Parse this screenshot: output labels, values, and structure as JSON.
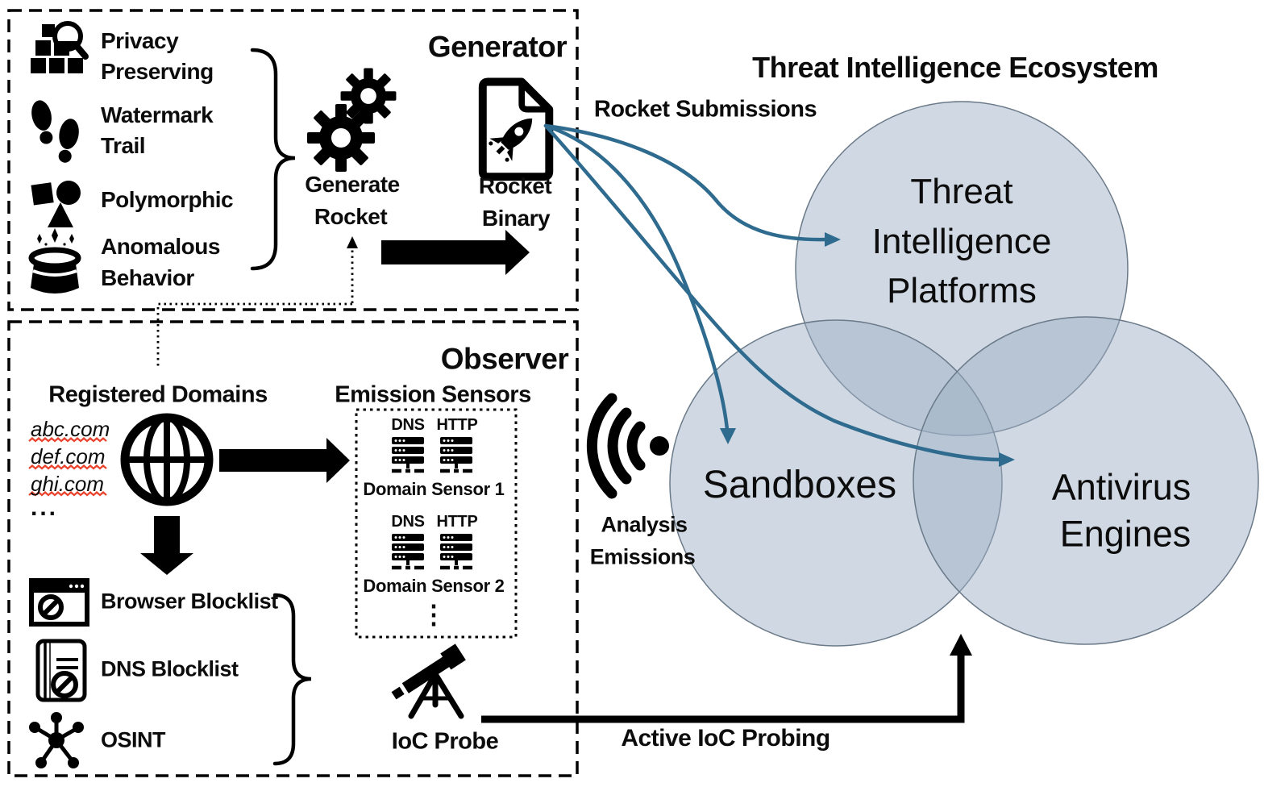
{
  "colors": {
    "arrow_blue": "#2e6b8f",
    "venn_fill": "#9db0c4",
    "venn_stroke": "#6b7a89",
    "squiggle_red": "#e8432d",
    "ink": "#000000"
  },
  "generator": {
    "title": "Generator",
    "features": [
      {
        "icon": "privacy-preserving-icon",
        "lines": [
          "Privacy",
          "Preserving"
        ]
      },
      {
        "icon": "watermark-trail-icon",
        "lines": [
          "Watermark",
          "Trail"
        ]
      },
      {
        "icon": "polymorphic-icon",
        "lines": [
          "Polymorphic"
        ]
      },
      {
        "icon": "anomalous-behavior-icon",
        "lines": [
          "Anomalous",
          "Behavior"
        ]
      }
    ],
    "generate_lines": [
      "Generate",
      "Rocket"
    ],
    "binary_lines": [
      "Rocket",
      "Binary"
    ]
  },
  "observer": {
    "title": "Observer",
    "registered_domains": {
      "heading": "Registered Domains",
      "domains": [
        "abc.com",
        "def.com",
        "ghi.com"
      ],
      "more": "..."
    },
    "emission_sensors": {
      "heading": "Emission Sensors",
      "groups": [
        {
          "protocols": [
            "DNS",
            "HTTP"
          ],
          "label": "Domain Sensor 1"
        },
        {
          "protocols": [
            "DNS",
            "HTTP"
          ],
          "label": "Domain Sensor 2"
        }
      ],
      "ellipsis": "⋮"
    },
    "intel_feeds": [
      "Browser Blocklist",
      "DNS Blocklist",
      "OSINT"
    ],
    "ioc_probe_label": "IoC Probe"
  },
  "ecosystem": {
    "title": "Threat Intelligence Ecosystem",
    "platforms_lines": [
      "Threat",
      "Intelligence",
      "Platforms"
    ],
    "sandboxes_label": "Sandboxes",
    "antivirus_lines": [
      "Antivirus",
      "Engines"
    ]
  },
  "flows": {
    "rocket_submissions": "Rocket Submissions",
    "analysis_emissions_lines": [
      "Analysis",
      "Emissions"
    ],
    "active_ioc_probing": "Active IoC Probing"
  }
}
